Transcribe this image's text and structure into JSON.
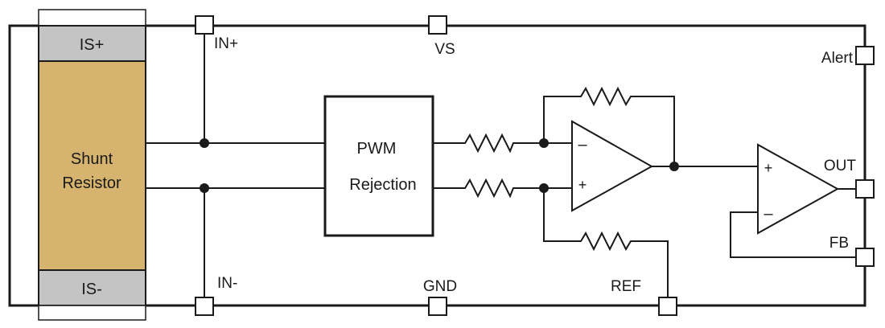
{
  "shunt": {
    "top_label": "IS+",
    "body_label_line1": "Shunt",
    "body_label_line2": "Resistor",
    "bottom_label": "IS-"
  },
  "pins": {
    "in_plus": "IN+",
    "vs": "VS",
    "alert": "Alert",
    "out": "OUT",
    "fb": "FB",
    "in_minus": "IN-",
    "gnd": "GND",
    "ref": "REF"
  },
  "pwm_block": {
    "line1": "PWM",
    "line2": "Rejection"
  },
  "amp1": {
    "minus_sign": "–",
    "plus_sign": "+"
  },
  "amp2": {
    "plus_sign": "+",
    "minus_sign": "–"
  },
  "colors": {
    "line": "#1a1a1a",
    "shunt_body": "#d6b36e",
    "shunt_cap": "#c4c4c4",
    "pin_fill": "#ffffff"
  }
}
